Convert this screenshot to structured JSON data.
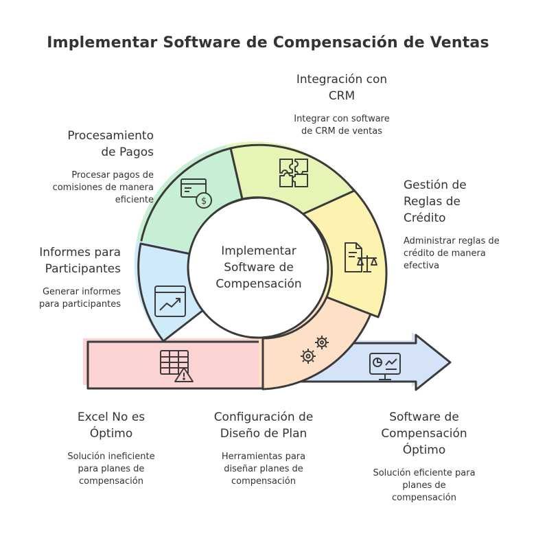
{
  "title": "Implementar Software de Compensación de Ventas",
  "center": {
    "line1": "Implementar",
    "line2": "Software de",
    "line3": "Compensación"
  },
  "segments": {
    "crm": {
      "title_line1": "Integración con",
      "title_line2": "CRM",
      "desc_line1": "Integrar con software",
      "desc_line2": "de CRM de ventas",
      "icon": "puzzle-icon",
      "color": "#e6f5b5"
    },
    "credit": {
      "title_line1": "Gestión de",
      "title_line2": "Reglas de",
      "title_line3": "Crédito",
      "desc_line1": "Administrar reglas de",
      "desc_line2": "crédito de manera",
      "desc_line3": "efectiva",
      "icon": "document-scales-icon",
      "color": "#fdf3b0"
    },
    "payments": {
      "title_line1": "Procesamiento",
      "title_line2": "de Pagos",
      "desc_line1": "Procesar pagos de",
      "desc_line2": "comisiones de manera",
      "desc_line3": "eficiente",
      "icon": "payment-coin-icon",
      "color": "#c6efd3"
    },
    "reports": {
      "title_line1": "Informes para",
      "title_line2": "Participantes",
      "desc_line1": "Generar informes",
      "desc_line2": "para participantes",
      "icon": "chart-report-icon",
      "color": "#cfeaf8"
    },
    "plan": {
      "title_line1": "Configuración de",
      "title_line2": "Diseño de Plan",
      "desc_line1": "Herramientas para",
      "desc_line2": "diseñar planes de",
      "desc_line3": "compensación",
      "icon": "gears-icon",
      "color": "#fde0c6"
    },
    "excel": {
      "title_line1": "Excel No es",
      "title_line2": "Óptimo",
      "desc_line1": "Solución ineficiente",
      "desc_line2": "para planes de",
      "desc_line3": "compensación",
      "icon": "spreadsheet-warning-icon",
      "color": "#fbd3d3"
    },
    "optimal": {
      "title_line1": "Software de",
      "title_line2": "Compensación",
      "title_line3": "Óptimo",
      "desc_line1": "Solución eficiente para",
      "desc_line2": "planes de",
      "desc_line3": "compensación",
      "icon": "monitor-dashboard-icon",
      "color": "#d5e3f8"
    }
  }
}
